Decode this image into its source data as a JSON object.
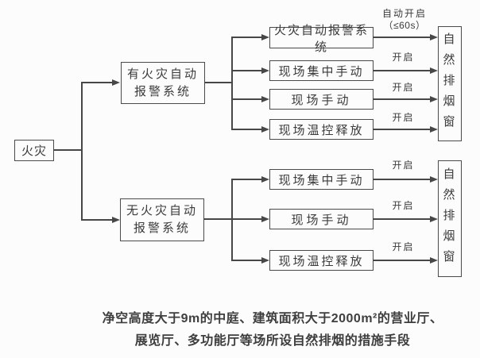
{
  "diagram": {
    "theme": {
      "ink": "#474747",
      "paper": "#fcfcfc"
    },
    "root": {
      "label": "火灾"
    },
    "top_branch": {
      "line1": "有火灾自动",
      "line2": "报警系统"
    },
    "bottom_branch": {
      "line1": "无火灾自动",
      "line2": "报警系统"
    },
    "top_group": {
      "boxes": [
        {
          "label": "火灾自动报警系统",
          "arrow_label": "自动开启",
          "arrow_sublabel": "（≤60s）"
        },
        {
          "label": "现场集中手动",
          "arrow_label": "开启"
        },
        {
          "label": "现场手动",
          "arrow_label": "开启"
        },
        {
          "label": "现场温控释放",
          "arrow_label": "开启"
        }
      ],
      "target_label": "自然排烟窗"
    },
    "bottom_group": {
      "boxes": [
        {
          "label": "现场集中手动",
          "arrow_label": "开启"
        },
        {
          "label": "现场手动",
          "arrow_label": "开启"
        },
        {
          "label": "现场温控释放",
          "arrow_label": "开启"
        }
      ],
      "target_label": "自然排烟窗"
    },
    "caption": {
      "line1": "净空高度大于9m的中庭、建筑面积大于2000m²的营业厅、",
      "line2": "展览厅、多功能厅等场所设自然排烟的措施手段"
    }
  }
}
